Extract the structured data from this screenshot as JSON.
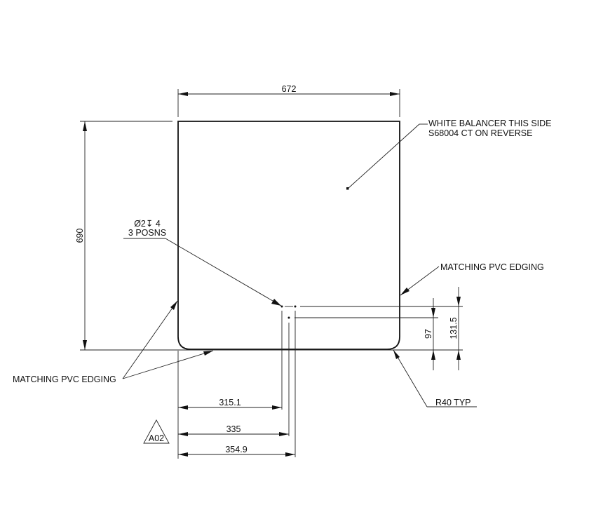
{
  "drawing": {
    "type": "technical-drawing",
    "part_outline": {
      "width_mm": 672,
      "height_mm": 690,
      "corner_radius": "R40 TYP"
    },
    "dimensions": {
      "overall_width": "672",
      "overall_height": "690",
      "hole_row_from_bottom_upper": "131.5",
      "hole_row_from_bottom_lower": "97",
      "hole_x_1": "315.1",
      "hole_x_2": "335",
      "hole_x_3": "354.9"
    },
    "annotations": {
      "balancer_line1": "WHITE BALANCER THIS SIDE",
      "balancer_line2": "S68004 CT ON REVERSE",
      "hole_spec_line1": "Ø2↧ 4",
      "hole_spec_line2": "3 POSNS",
      "edging_right": "MATCHING PVC EDGING",
      "edging_left": "MATCHING PVC EDGING",
      "radius": "R40 TYP"
    },
    "revision_tag": "A02"
  }
}
